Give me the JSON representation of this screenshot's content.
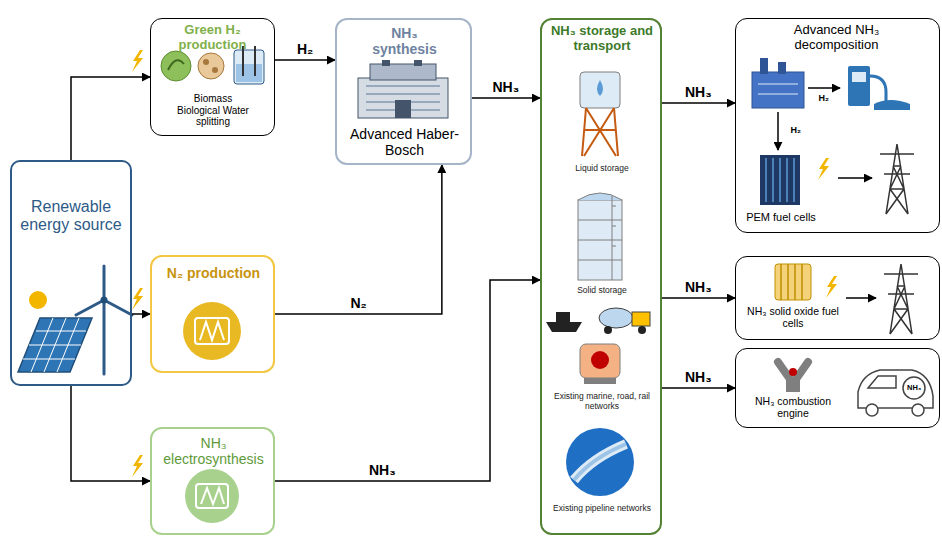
{
  "diagram": {
    "nodes": [
      {
        "text": [
          "Renewable energy source"
        ]
      },
      {
        "text": [
          "Green H₂ production",
          "Biomass Biological Water splitting"
        ]
      },
      {
        "text": [
          "N₂ production"
        ]
      },
      {
        "text": [
          "NH₃ electrosynthesis"
        ]
      },
      {
        "text": [
          "NH₃ synthesis",
          "Advanced Haber-Bosch"
        ]
      },
      {
        "text": [
          "NH₃ storage and transport",
          "Liquid storage",
          "Solid storage",
          "Existing marine, road, rail networks",
          "Existing pipeline networks"
        ]
      },
      {
        "text": [
          "Advanced NH₃ decomposition",
          "PEM fuel cells"
        ]
      },
      {
        "text": [
          "NH₃ solid oxide fuel cells"
        ]
      },
      {
        "text": [
          "NH₃ combustion engine"
        ]
      }
    ],
    "edges": [
      {
        "from": 0,
        "to": 1,
        "arrow": "to"
      },
      {
        "from": 0,
        "to": 2,
        "arrow": "to"
      },
      {
        "from": 0,
        "to": 3,
        "arrow": "to"
      },
      {
        "from": 1,
        "to": 4,
        "label": "H₂",
        "arrow": "to"
      },
      {
        "from": 2,
        "to": 4,
        "label": "N₂",
        "arrow": "to"
      },
      {
        "from": 4,
        "to": 5,
        "label": "NH₃",
        "arrow": "to"
      },
      {
        "from": 3,
        "to": 5,
        "label": "NH₃",
        "arrow": "to"
      },
      {
        "from": 5,
        "to": 6,
        "label": "NH₃",
        "arrow": "to"
      },
      {
        "from": 5,
        "to": 7,
        "label": "NH₃",
        "arrow": "to"
      },
      {
        "from": 5,
        "to": 8,
        "label": "NH₃",
        "arrow": "to"
      }
    ],
    "labels": [
      "H₂",
      "H₂",
      "NH₃"
    ]
  }
}
